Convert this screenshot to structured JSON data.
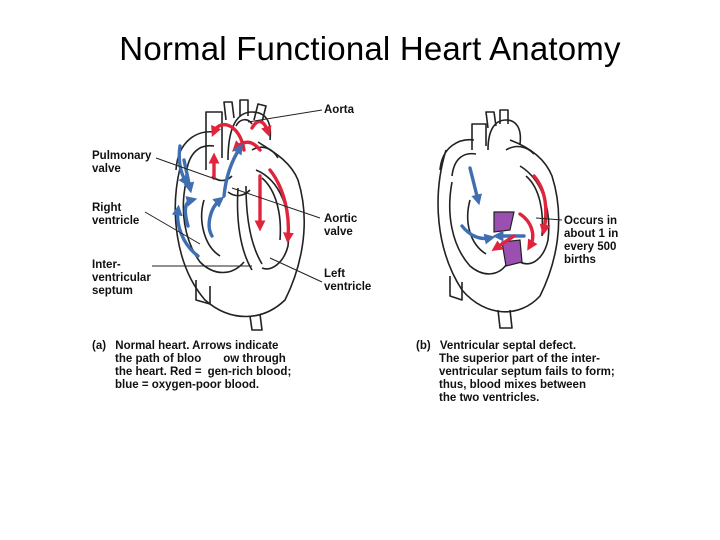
{
  "slide": {
    "title": "Normal Functional Heart Anatomy"
  },
  "panel_a": {
    "labels": {
      "aorta": "Aorta",
      "pulmonary_valve": [
        "Pulmonary",
        "valve"
      ],
      "right_ventricle": [
        "Right",
        "ventricle"
      ],
      "septum": [
        "Inter-",
        "ventricular",
        "septum"
      ],
      "aortic_valve": [
        "Aortic",
        "valve"
      ],
      "left_ventricle": [
        "Left",
        "ventricle"
      ]
    },
    "caption": {
      "prefix": "(a)",
      "bold": "Normal heart.",
      "line1_rest": " Arrows indicate",
      "line2": "the path of bloo",
      "line2b": "ow through",
      "line3": "the heart. Red =",
      "line3b": "gen-rich blood;",
      "line4": "blue = oxygen-poor blood."
    }
  },
  "panel_b": {
    "note": [
      "Occurs in",
      "about 1 in",
      "every 500",
      "births"
    ],
    "caption": {
      "prefix": "(b)",
      "bold": "Ventricular septal defect.",
      "line2": "The superior part of the inter-",
      "line3": "ventricular septum fails to form;",
      "line4": "thus, blood mixes between",
      "line5": "the two ventricles."
    }
  },
  "colors": {
    "oxygen_rich": "#e0243c",
    "oxygen_poor": "#3f6fb0",
    "defect": "#9b4fb0"
  }
}
